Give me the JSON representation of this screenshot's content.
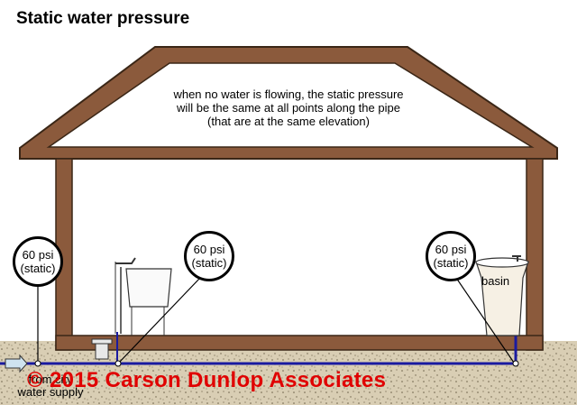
{
  "title": "Static water pressure",
  "roof_note": {
    "line1": "when no water is flowing, the static pressure",
    "line2": "will be the same at all points along the pipe",
    "line3": "(that are at the same elevation)"
  },
  "gauges": [
    {
      "value": "60 psi",
      "note": "(static)"
    },
    {
      "value": "60 psi",
      "note": "(static)"
    },
    {
      "value": "60 psi",
      "note": "(static)"
    }
  ],
  "basin_label": "basin",
  "supply_label": {
    "line1": "from city",
    "line2": "water supply"
  },
  "copyright": "© 2015 Carson Dunlop Associates",
  "colors": {
    "wall": "#8b5a3c",
    "ground": "#d8cdb3",
    "pipe": "#1a1aa0",
    "copyright": "#e00000"
  }
}
